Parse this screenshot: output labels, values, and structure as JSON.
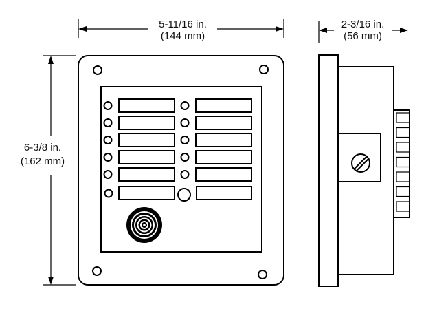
{
  "dimensions": {
    "width": {
      "imperial": "5-11/16 in.",
      "metric": "(144 mm)"
    },
    "height": {
      "imperial": "6-3/8 in.",
      "metric": "(162 mm)"
    },
    "depth": {
      "imperial": "2-3/16 in.",
      "metric": "(56 mm)"
    }
  },
  "front_view": {
    "label_rows": 6,
    "label_columns": 2,
    "has_buzzer": true,
    "has_center_button": true,
    "mounting_holes": 4
  },
  "side_view": {
    "terminal_count": 7,
    "has_screw_terminal": true
  },
  "colors": {
    "line": "#000000",
    "background": "#ffffff"
  }
}
